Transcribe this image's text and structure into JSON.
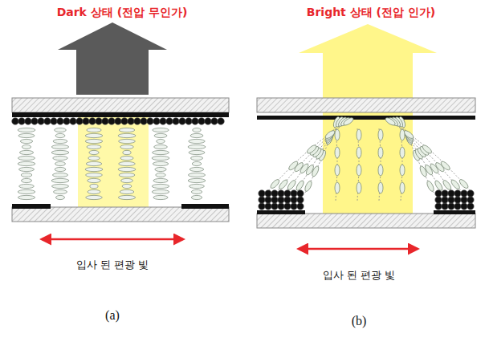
{
  "diagram": {
    "labels": [
      "Dark 상태 (전압 무인가)",
      "입사 된 편광 빛",
      "(a)",
      "Bright 상태 (전압 인가)",
      "입사 된 편광 빛",
      "(b)"
    ]
  }
}
